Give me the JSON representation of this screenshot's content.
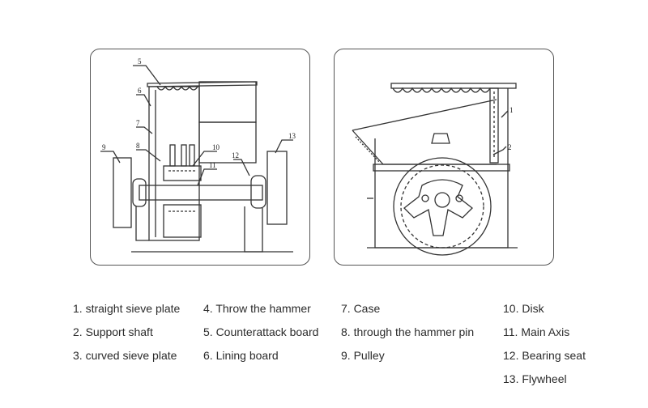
{
  "left_diagram": {
    "callouts": [
      "5",
      "6",
      "7",
      "8",
      "9",
      "10",
      "11",
      "12",
      "13"
    ]
  },
  "right_diagram": {
    "callouts": [
      "1",
      "2"
    ]
  },
  "legend": {
    "col1": [
      "1. straight sieve plate",
      "2. Support shaft",
      "3. curved sieve plate"
    ],
    "col2": [
      "4. Throw the hammer",
      "5. Counterattack board",
      "6. Lining board"
    ],
    "col3": [
      "7. Case",
      "8. through the hammer pin",
      "9. Pulley"
    ],
    "col4": [
      "10. Disk",
      "11. Main Axis",
      "12. Bearing seat",
      "13. Flywheel"
    ]
  },
  "colors": {
    "line": "#333333",
    "frame": "#555555",
    "text": "#2b2b2b"
  }
}
